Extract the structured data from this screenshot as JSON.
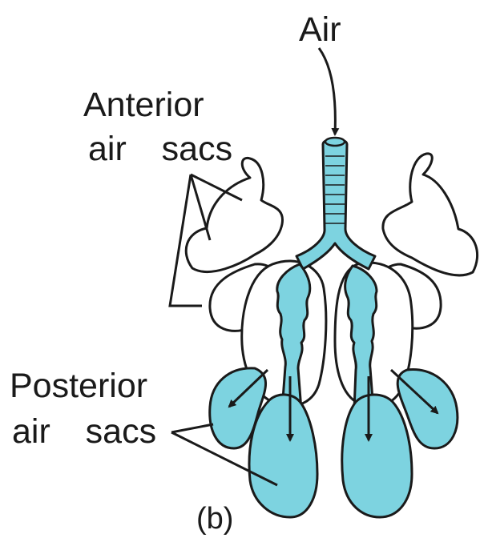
{
  "diagram": {
    "title_label": "Air",
    "anterior_label_line1": "Anterior",
    "anterior_label_line2": "air  sacs",
    "posterior_label_line1": "Posterior",
    "posterior_label_line2": "air  sacs",
    "panel_label": "(b)"
  },
  "colors": {
    "airway_fill": "#7dd3e0",
    "outline": "#1a1a1a",
    "background": "#ffffff"
  }
}
